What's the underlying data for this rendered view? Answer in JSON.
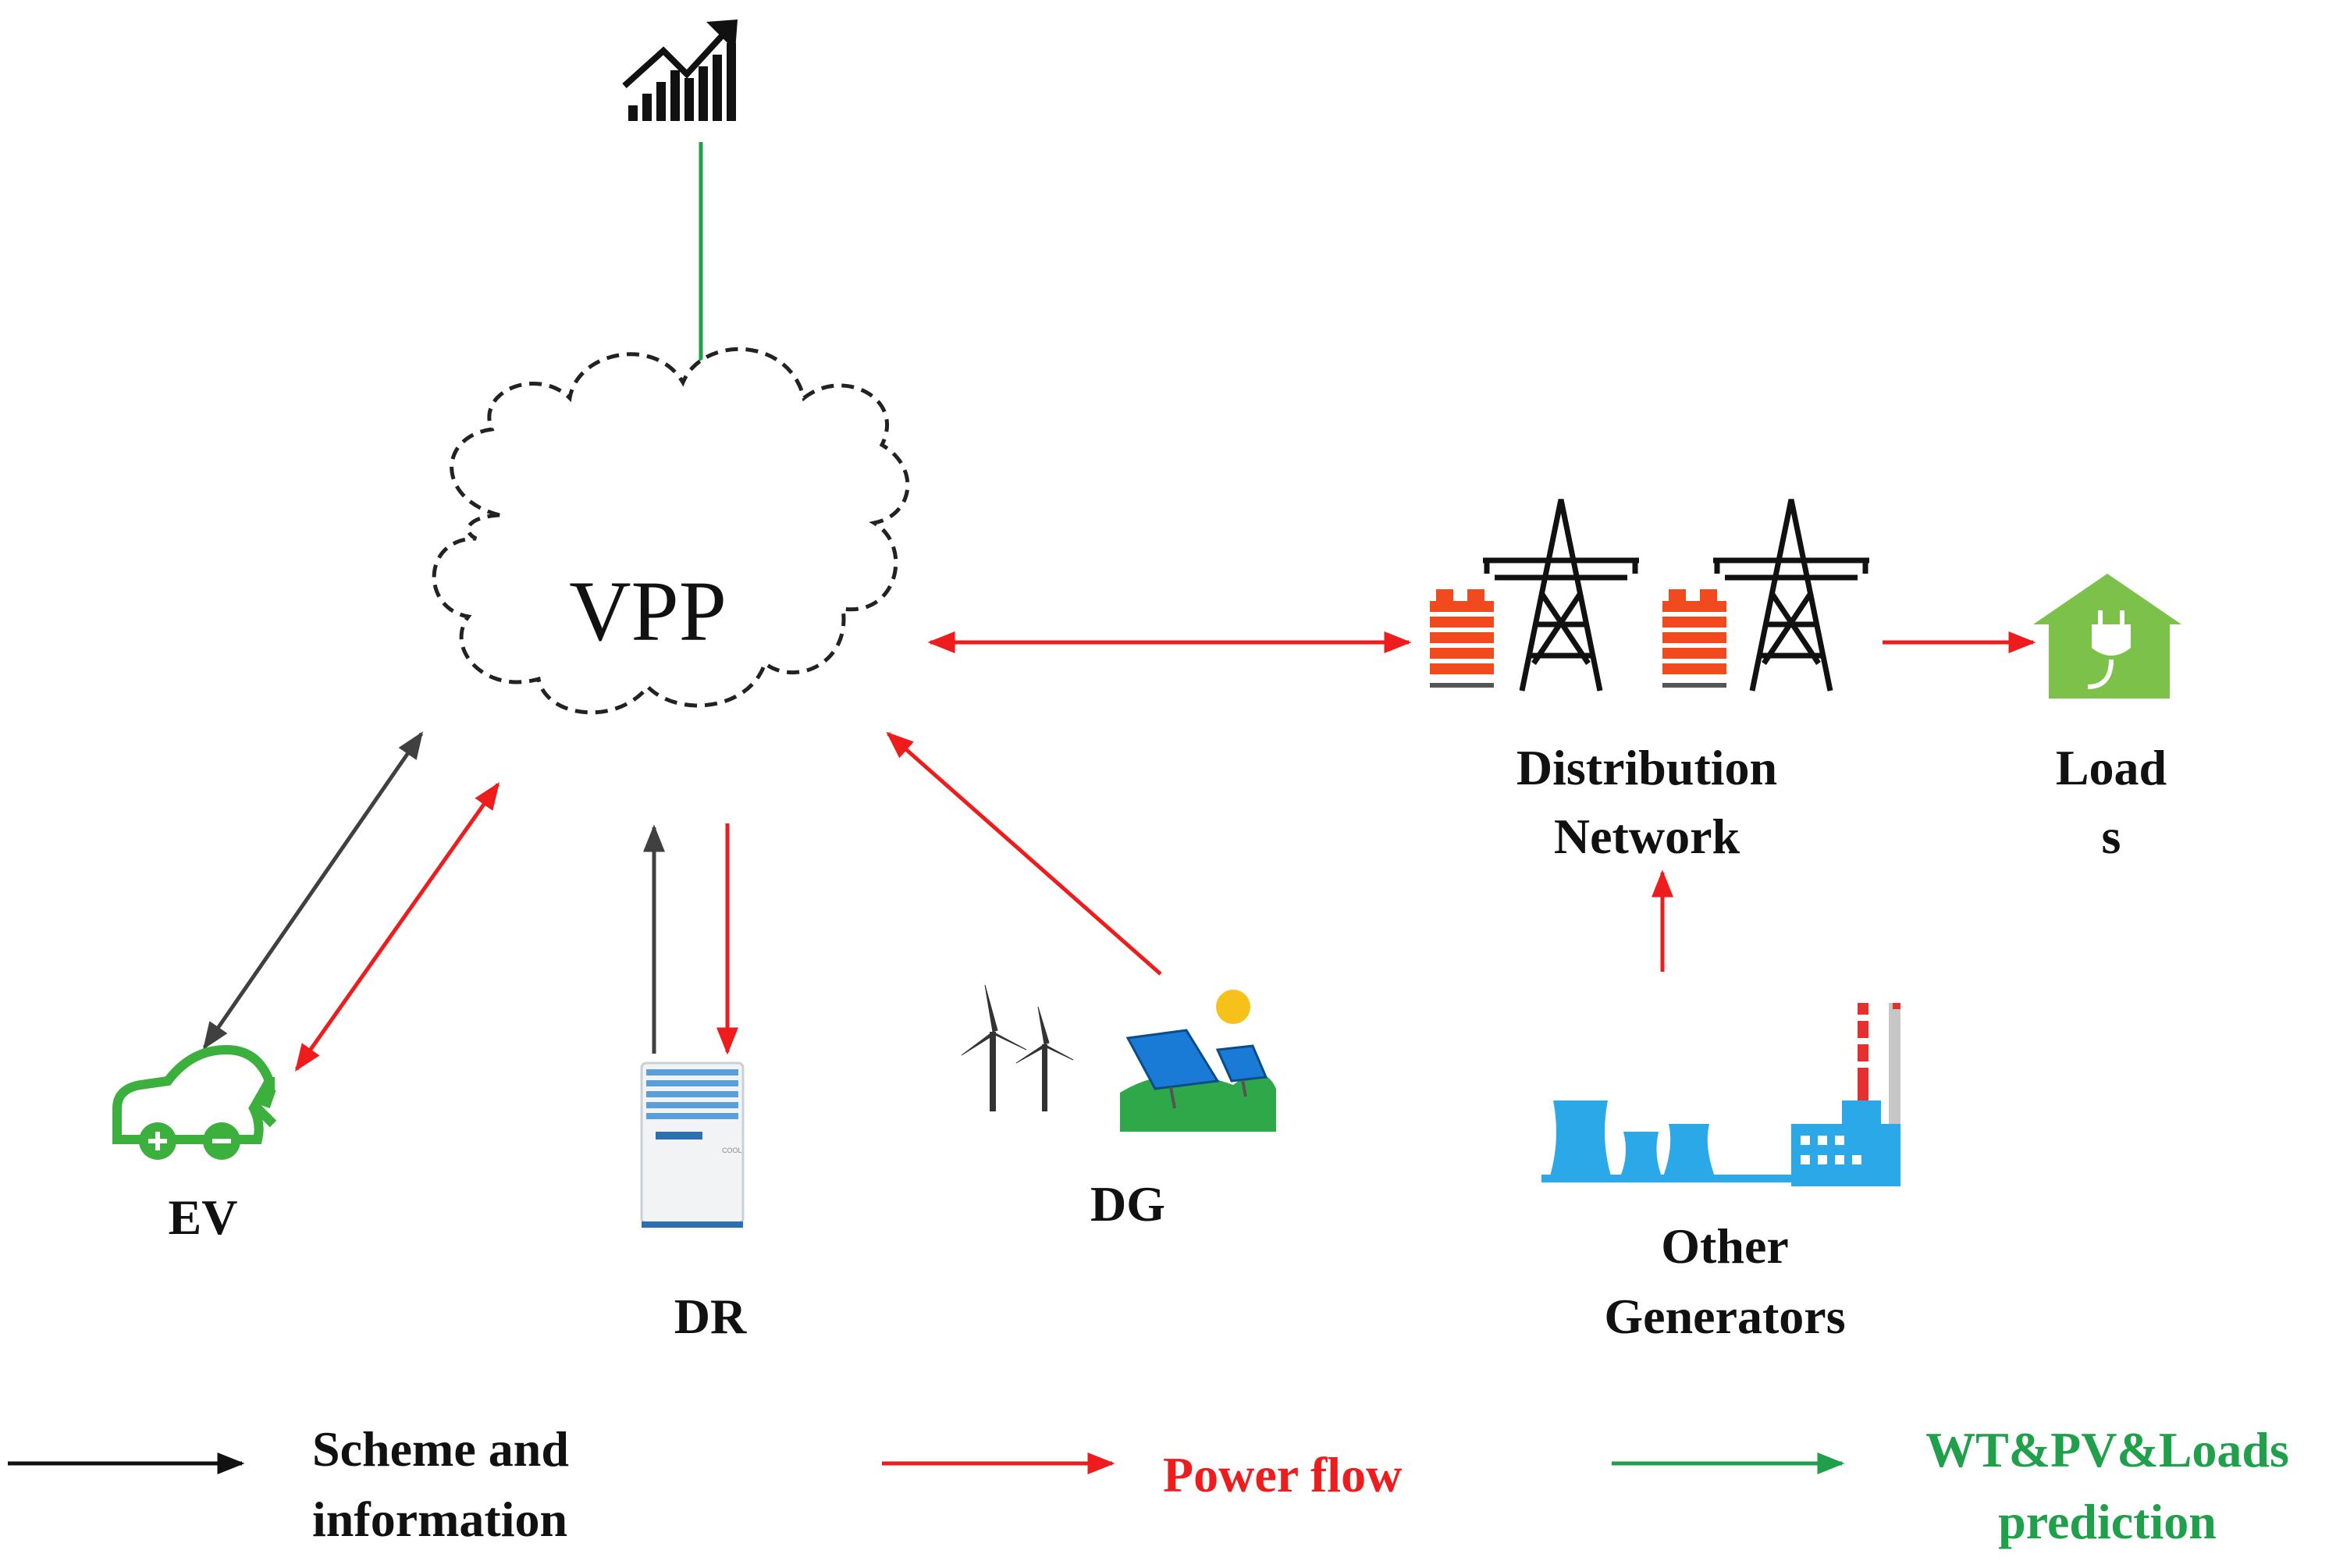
{
  "nodes": {
    "vpp": "VPP",
    "ev": "EV",
    "dr": "DR",
    "dg": "DG",
    "distribution_line1": "Distribution",
    "distribution_line2": "Network",
    "loads_line1": "Load",
    "loads_line2": "s",
    "other_line1": "Other",
    "other_line2": "Generators",
    "dr_unit_text": "COOL"
  },
  "legend": {
    "scheme_line1": "Scheme and",
    "scheme_line2": "information",
    "power": "Power flow",
    "prediction_line1": "WT&PV&Loads",
    "prediction_line2": "prediction"
  },
  "colors": {
    "scheme": "#404040",
    "power": "#ee1c1c",
    "prediction": "#20a04a",
    "ev": "#3cb03c",
    "loads": "#7cc24a",
    "pv": "#1a7bd6",
    "generator": "#2aa8e8",
    "transformer": "#f04a1e"
  },
  "icons": [
    "trend-chart-icon",
    "ev-car-icon",
    "air-conditioner-icon",
    "wind-turbine-icon",
    "solar-panel-icon",
    "sun-icon",
    "transmission-tower-icon",
    "transformer-icon",
    "house-plug-icon",
    "cooling-tower-icon",
    "factory-icon"
  ]
}
